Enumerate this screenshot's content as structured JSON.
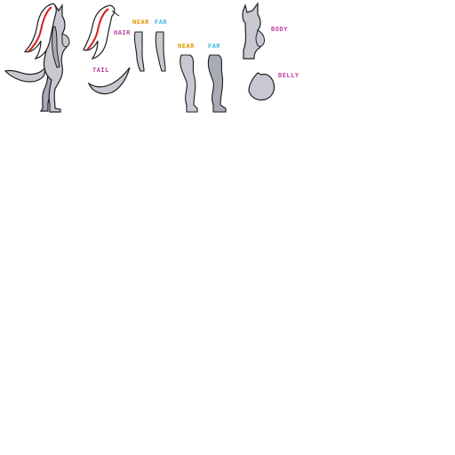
{
  "colors": {
    "fur": "#c8c9d0",
    "fur_shade": "#a9abb4",
    "outline": "#1e1e22",
    "hair_white": "#ffffff",
    "hair_stripe": "#d42020",
    "label_part": "#c040a0",
    "label_near": "#e09a00",
    "label_far": "#40b8e8"
  },
  "labels": {
    "hair": "HAIR",
    "tail": "TAIL",
    "arm_near": "NEAR",
    "arm_far": "FAR",
    "leg_near": "NEAR",
    "leg_far": "FAR",
    "body": "BODY",
    "belly": "BELLY"
  }
}
